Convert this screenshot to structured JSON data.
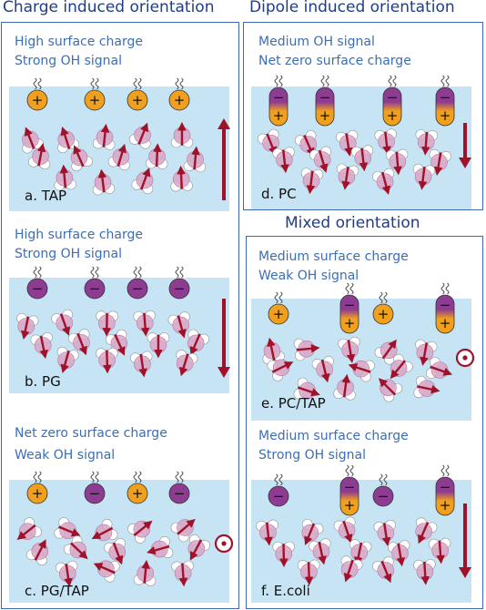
{
  "headings": {
    "left": "Charge induced orientation",
    "right_top": "Dipole induced orientation",
    "right_mid": "Mixed orientation"
  },
  "panels": [
    {
      "id": "a",
      "label": "a. TAP",
      "line1": "High surface charge",
      "line2": "Strong OH signal",
      "headgroups": [
        "+",
        "+",
        "+",
        "+"
      ],
      "water_orientation": "up",
      "indicator": "arrow-up"
    },
    {
      "id": "b",
      "label": "b. PG",
      "line1": "High surface charge",
      "line2": "Strong OH signal",
      "headgroups": [
        "-",
        "-",
        "-",
        "-"
      ],
      "water_orientation": "down",
      "indicator": "arrow-down"
    },
    {
      "id": "c",
      "label": "c. PG/TAP",
      "line1": "Net zero surface charge",
      "line2": "Weak OH signal",
      "headgroups": [
        "+",
        "-",
        "+",
        "-"
      ],
      "water_orientation": "random",
      "indicator": "circle-dot"
    },
    {
      "id": "d",
      "label": "d. PC",
      "line1": "Medium OH signal",
      "line2": "Net zero surface charge",
      "headgroups": [
        "zw",
        "zw",
        "zw",
        "zw"
      ],
      "water_orientation": "down",
      "indicator": "arrow-down"
    },
    {
      "id": "e",
      "label": "e. PC/TAP",
      "line1": "Medium surface charge",
      "line2": "Weak OH signal",
      "headgroups": [
        "+",
        "zw",
        "+",
        "zw"
      ],
      "water_orientation": "random",
      "indicator": "circle-dot"
    },
    {
      "id": "f",
      "label": "f. E.coli",
      "line1": "Medium surface charge",
      "line2": "Strong OH signal",
      "headgroups": [
        "-",
        "zw",
        "-",
        "zw"
      ],
      "water_orientation": "down",
      "indicator": "arrow-down"
    }
  ],
  "colors": {
    "heading": "#1f3d86",
    "caption": "#3c6eb4",
    "border": "#3d68ad",
    "water_bg": "#c6e4f4",
    "arrow": "#a0122a",
    "cation": "#f0a01d",
    "anion": "#8e3b92"
  }
}
